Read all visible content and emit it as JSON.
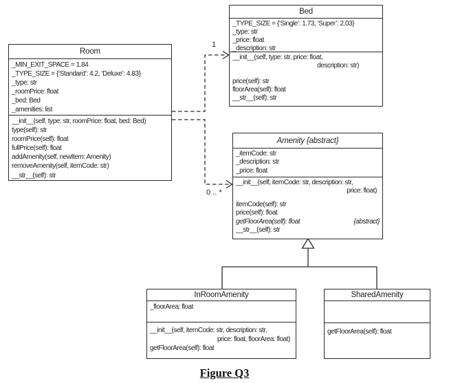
{
  "colors": {
    "ink": "#1f1f1f",
    "background": "#ffffff"
  },
  "labels": {
    "bed_multiplicity": "1",
    "amenity_multiplicity": "0 .. *"
  },
  "caption": {
    "text": "Figure Q3"
  },
  "room": {
    "title": "Room",
    "attrs": [
      "_MIN_EXIT_SPACE = 1.84",
      "_TYPE_SIZE = {‘Standard’: 4.2, ‘Deluxe’: 4.83}",
      "_type: str",
      "_roomPrice: float",
      "_bed: Bed",
      "_amenities: list"
    ],
    "methods": [
      "__init__(self, type: str, roomPrice: float, bed: Bed)",
      "type(self): str",
      "roomPrice(self): float",
      "fullPrice(self): float",
      "addAmenity(self, newItem: Amenity)",
      "removeAmenity(self, itemCode: str)",
      "__str__(self): str"
    ]
  },
  "bed": {
    "title": "Bed",
    "attrs": [
      "_TYPE_SIZE = {‘Single’: 1.73, ‘Super’: 2.03}",
      "_type: str",
      "_price: float",
      "_description: str"
    ],
    "init_line1": "__init__(self, type: str, price: float,",
    "init_line2": "description: str)",
    "methods": [
      "price(self): str",
      "floorArea(self): float",
      "__str__(self): str"
    ]
  },
  "amenity": {
    "title": "Amenity  {abstract}",
    "attrs": [
      "_itemCode: str",
      "_description: str",
      "_price: float"
    ],
    "init_line1": "__init__(self, itemCode: str, description: str,",
    "init_line2": "price: float)",
    "methods": [
      "itemCode(self): str",
      "price(self): float"
    ],
    "abstract_method": "getFloorArea(self): float",
    "abstract_tag": "{abstract}",
    "str_method": "__str__(self): str"
  },
  "inroom": {
    "title": "InRoomAmenity",
    "attrs": [
      "_floorArea: float"
    ],
    "init_line1": "__init__(self, itemCode: str, description: str,",
    "init_line2": "price: float, floorArea: float)",
    "methods": [
      "getFloorArea(self): float"
    ]
  },
  "shared": {
    "title": "SharedAmenity",
    "methods": [
      "getFloorArea(self): float"
    ]
  }
}
